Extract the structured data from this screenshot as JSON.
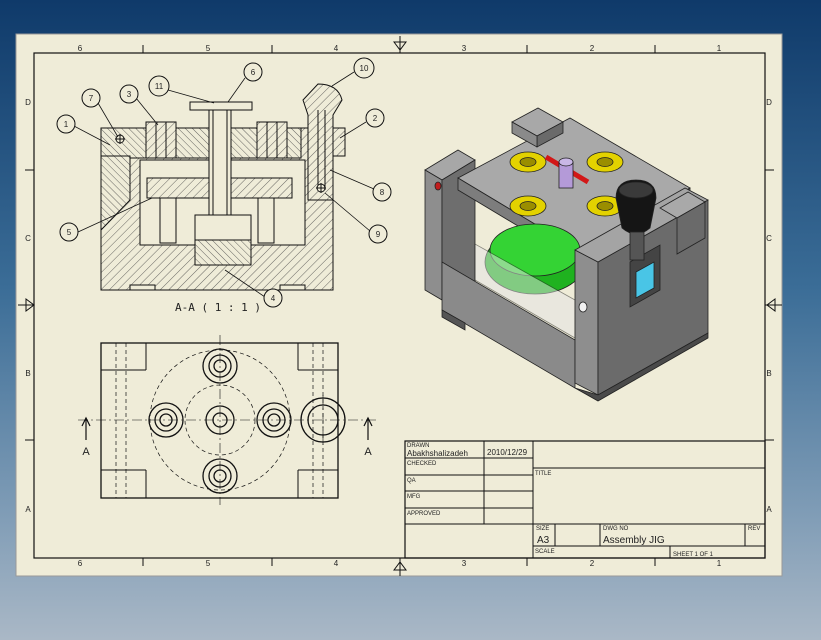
{
  "colors": {
    "sheet": "#efecd8",
    "line": "#111111",
    "hatch": "#333333",
    "body_gray": "#8e8e8e",
    "top_gray": "#a7a7a7",
    "dark_gray": "#5e5e5e",
    "bushing_yellow": "#e3d200",
    "green": "#1fb21f",
    "red": "#d21818",
    "purple": "#b49ad8",
    "cyan": "#49c5e6",
    "knob_black": "#151515"
  },
  "border": {
    "columns_top": [
      "6",
      "5",
      "4",
      "3",
      "2",
      "1"
    ],
    "columns_bottom": [
      "6",
      "5",
      "4",
      "3",
      "2",
      "1"
    ],
    "rows_left": [
      "D",
      "C",
      "B",
      "A"
    ],
    "rows_right": [
      "D",
      "C",
      "B",
      "A"
    ]
  },
  "section_view": {
    "label": "A-A ( 1 : 1 )",
    "balloons": [
      "1",
      "2",
      "3",
      "4",
      "5",
      "6",
      "7",
      "8",
      "9",
      "10",
      "11"
    ]
  },
  "plan_view": {
    "cut_label_left": "A",
    "cut_label_right": "A"
  },
  "title_block": {
    "drawn_label": "DRAWN",
    "drawn_by": "Abakhshalizadeh",
    "drawn_date": "2010/12/29",
    "checked_label": "CHECKED",
    "qa_label": "QA",
    "mfg_label": "MFG",
    "approved_label": "APPROVED",
    "title_label": "TITLE",
    "size_label": "SIZE",
    "size_value": "A3",
    "dwg_label": "DWG NO",
    "dwg_value": "Assembly JIG",
    "rev_label": "REV",
    "scale_label": "SCALE",
    "sheet_value": "SHEET 1  OF 1"
  }
}
